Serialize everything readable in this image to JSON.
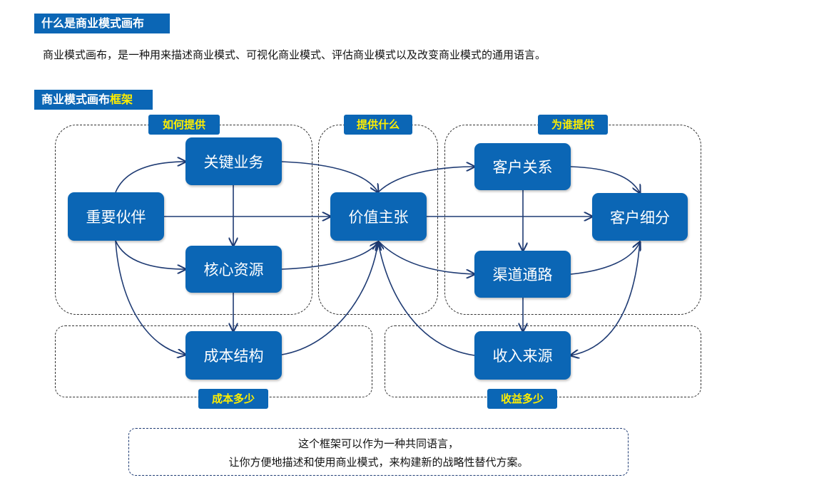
{
  "section1": {
    "heading": "什么是商业模式画布",
    "intro": "商业模式画布，是一种用来描述商业模式、可视化商业模式、评估商业模式以及改变商业模式的通用语言。"
  },
  "section2": {
    "heading_main": "商业模式画布",
    "heading_highlight": "框架"
  },
  "groups": {
    "how": "如何提供",
    "what": "提供什么",
    "who": "为谁提供",
    "cost": "成本多少",
    "revenue": "收益多少"
  },
  "blocks": {
    "key_partners": "重要伙伴",
    "key_activities": "关键业务",
    "key_resources": "核心资源",
    "cost_structure": "成本结构",
    "value_proposition": "价值主张",
    "customer_relationships": "客户关系",
    "channels": "渠道通路",
    "customer_segments": "客户细分",
    "revenue_streams": "收入来源"
  },
  "note": {
    "line1": "这个框架可以作为一种共同语言，",
    "line2": "让你方便地描述和使用商业模式，来构建新的战略性替代方案。"
  },
  "colors": {
    "block": "#0b66b5",
    "tag_text": "#ffee00",
    "arrow": "#1f3b73"
  }
}
